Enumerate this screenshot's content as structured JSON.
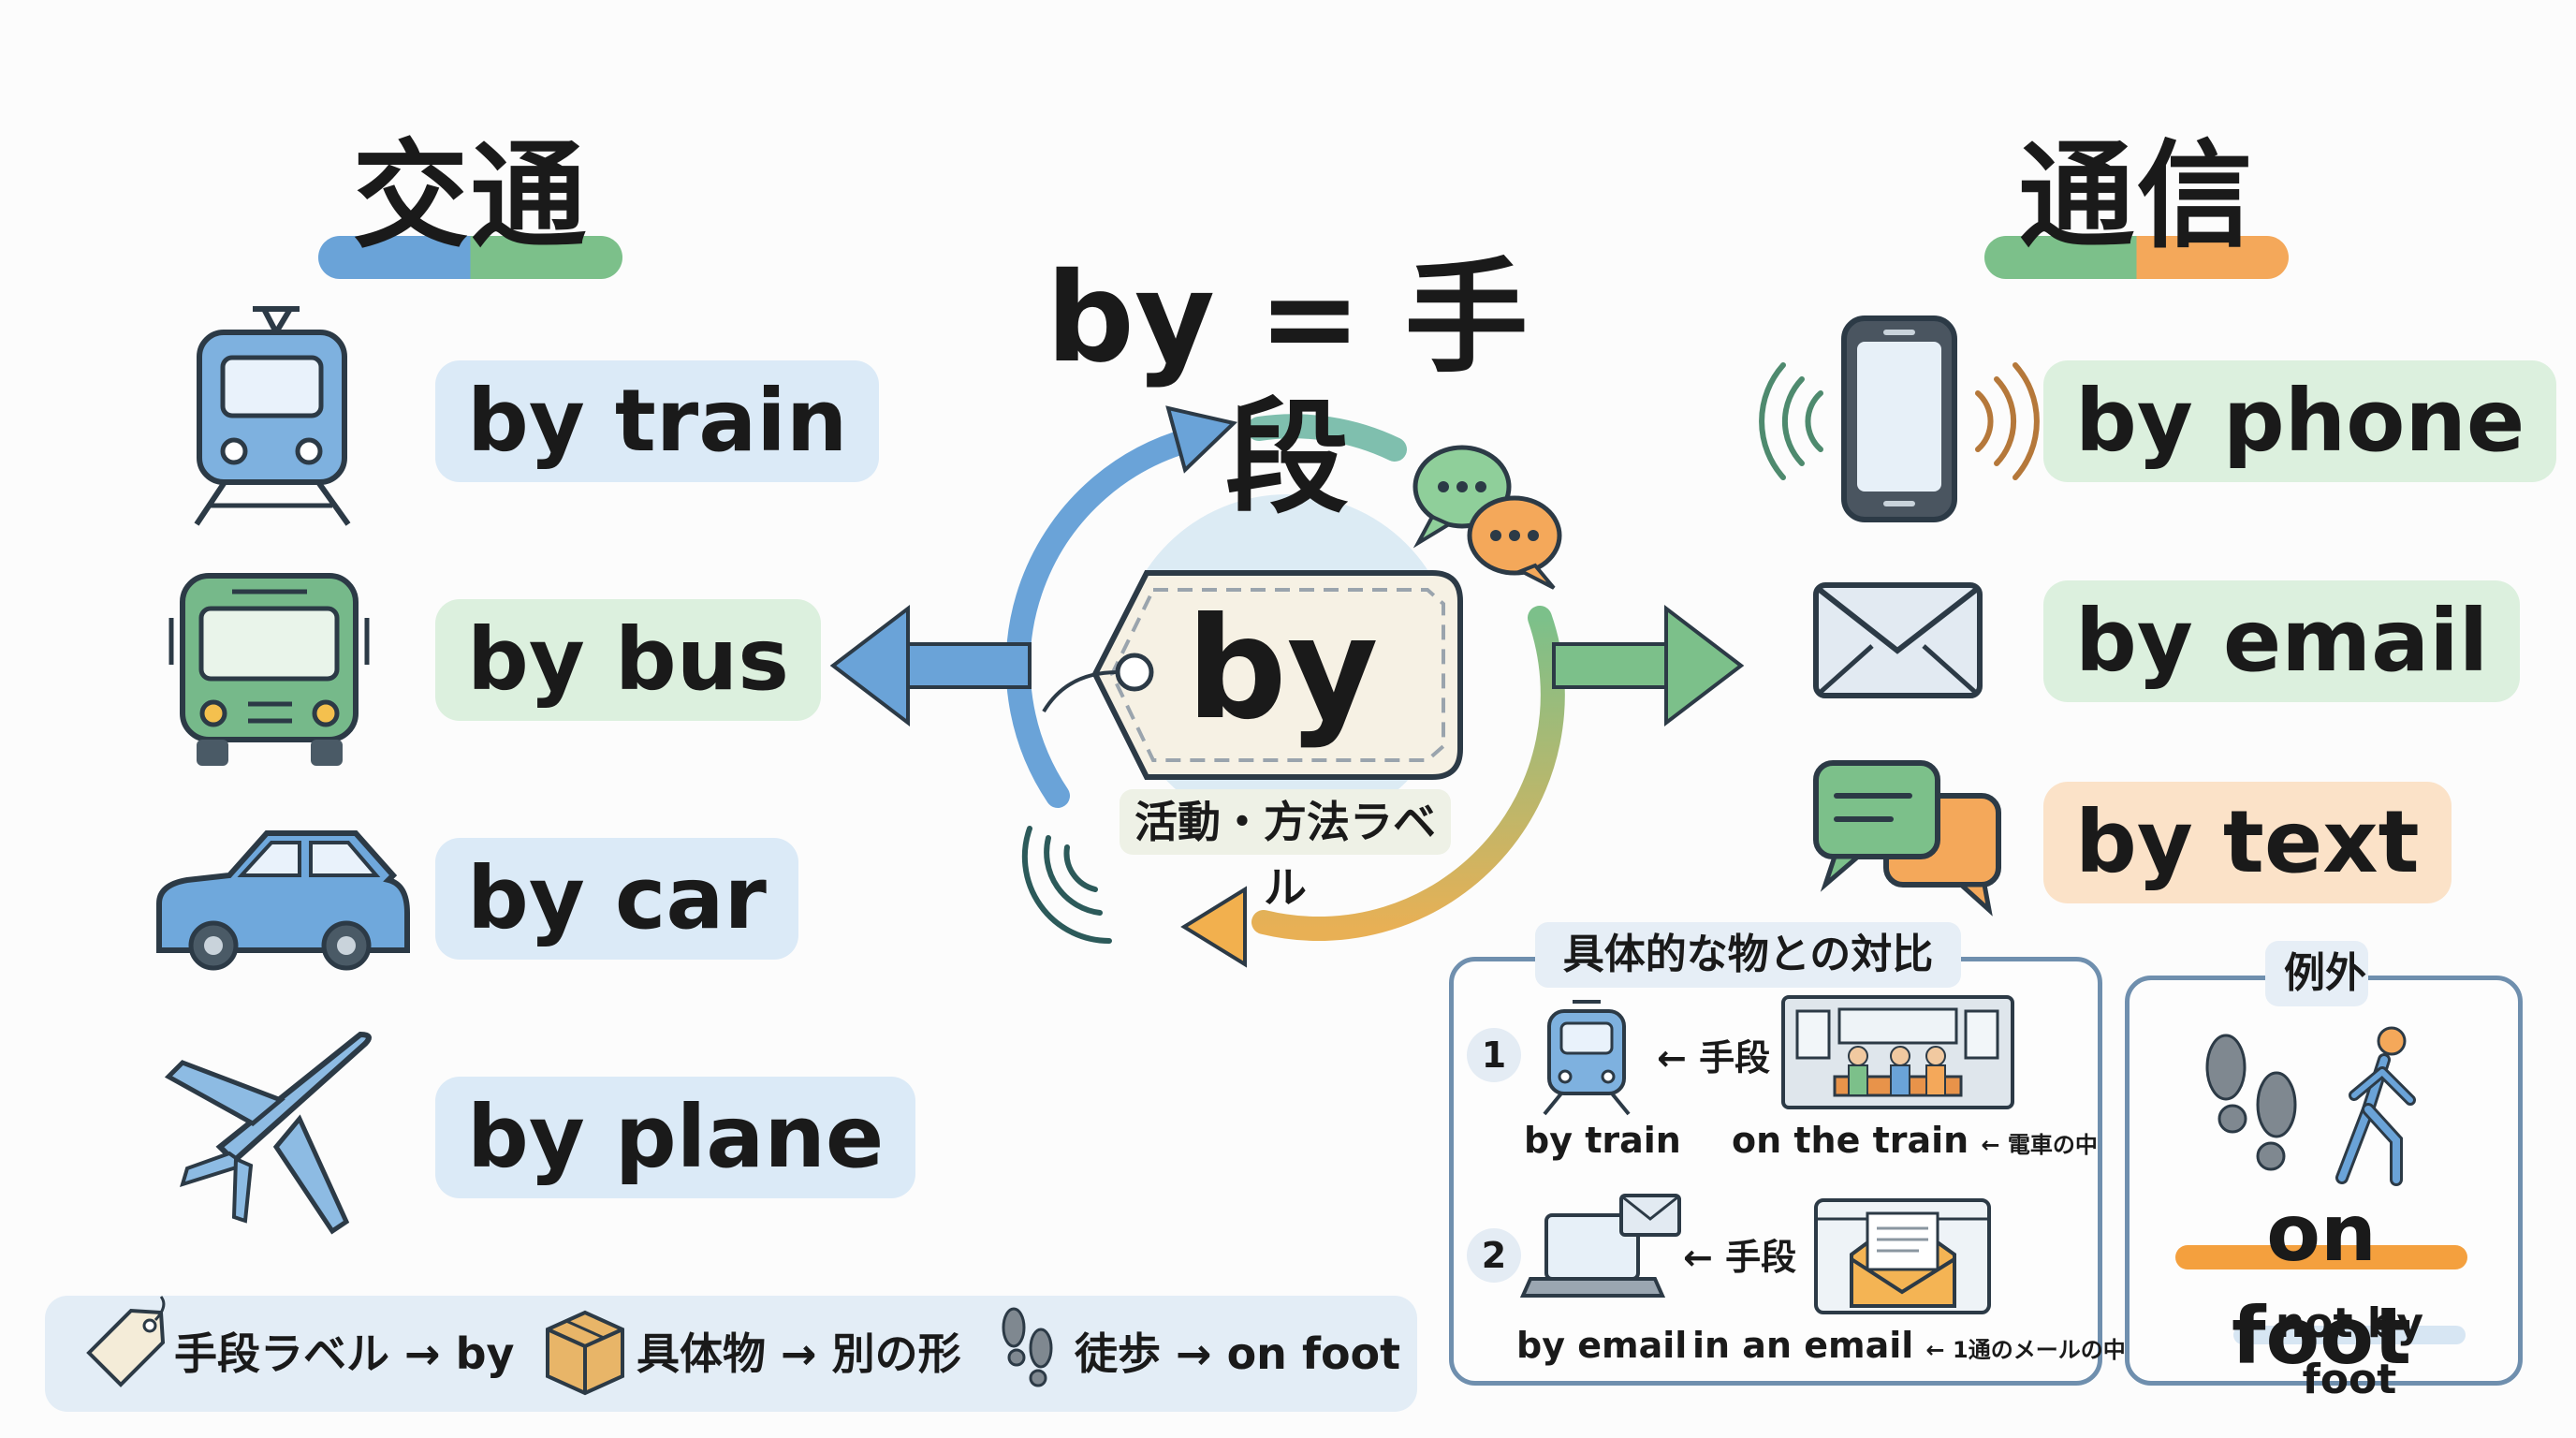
{
  "headings": {
    "transport": "交通",
    "communication": "通信"
  },
  "center": {
    "title": "by = 手段",
    "tag_word": "by",
    "tag_label": "活動・方法ラベル"
  },
  "transport_items": [
    {
      "label": "by train",
      "icon": "train-icon"
    },
    {
      "label": "by bus",
      "icon": "bus-icon"
    },
    {
      "label": "by car",
      "icon": "car-icon"
    },
    {
      "label": "by plane",
      "icon": "plane-icon"
    }
  ],
  "communication_items": [
    {
      "label": "by phone",
      "icon": "smartphone-icon"
    },
    {
      "label": "by email",
      "icon": "envelope-icon"
    },
    {
      "label": "by text",
      "icon": "chat-bubbles-icon"
    }
  ],
  "contrast_panel": {
    "title": "具体的な物との対比",
    "row1": {
      "number": "1",
      "method": "by train",
      "arrow_note": "← 手段",
      "concrete": "on the train",
      "concrete_note": "← 電車の中"
    },
    "row2": {
      "number": "2",
      "method": "by email",
      "arrow_note": "← 手段",
      "concrete": "in an email",
      "concrete_note": "← 1通のメールの中"
    }
  },
  "exception_panel": {
    "title": "例外",
    "main": "on foot",
    "sub": "not by foot"
  },
  "legend": {
    "item1": "手段ラベル → by",
    "item2": "具体物 → 別の形",
    "item3": "徒歩 → on foot"
  },
  "colors": {
    "blue": "#6aa3d8",
    "green": "#7cc08a",
    "orange": "#f4a03e",
    "outline": "#2c3a46"
  }
}
